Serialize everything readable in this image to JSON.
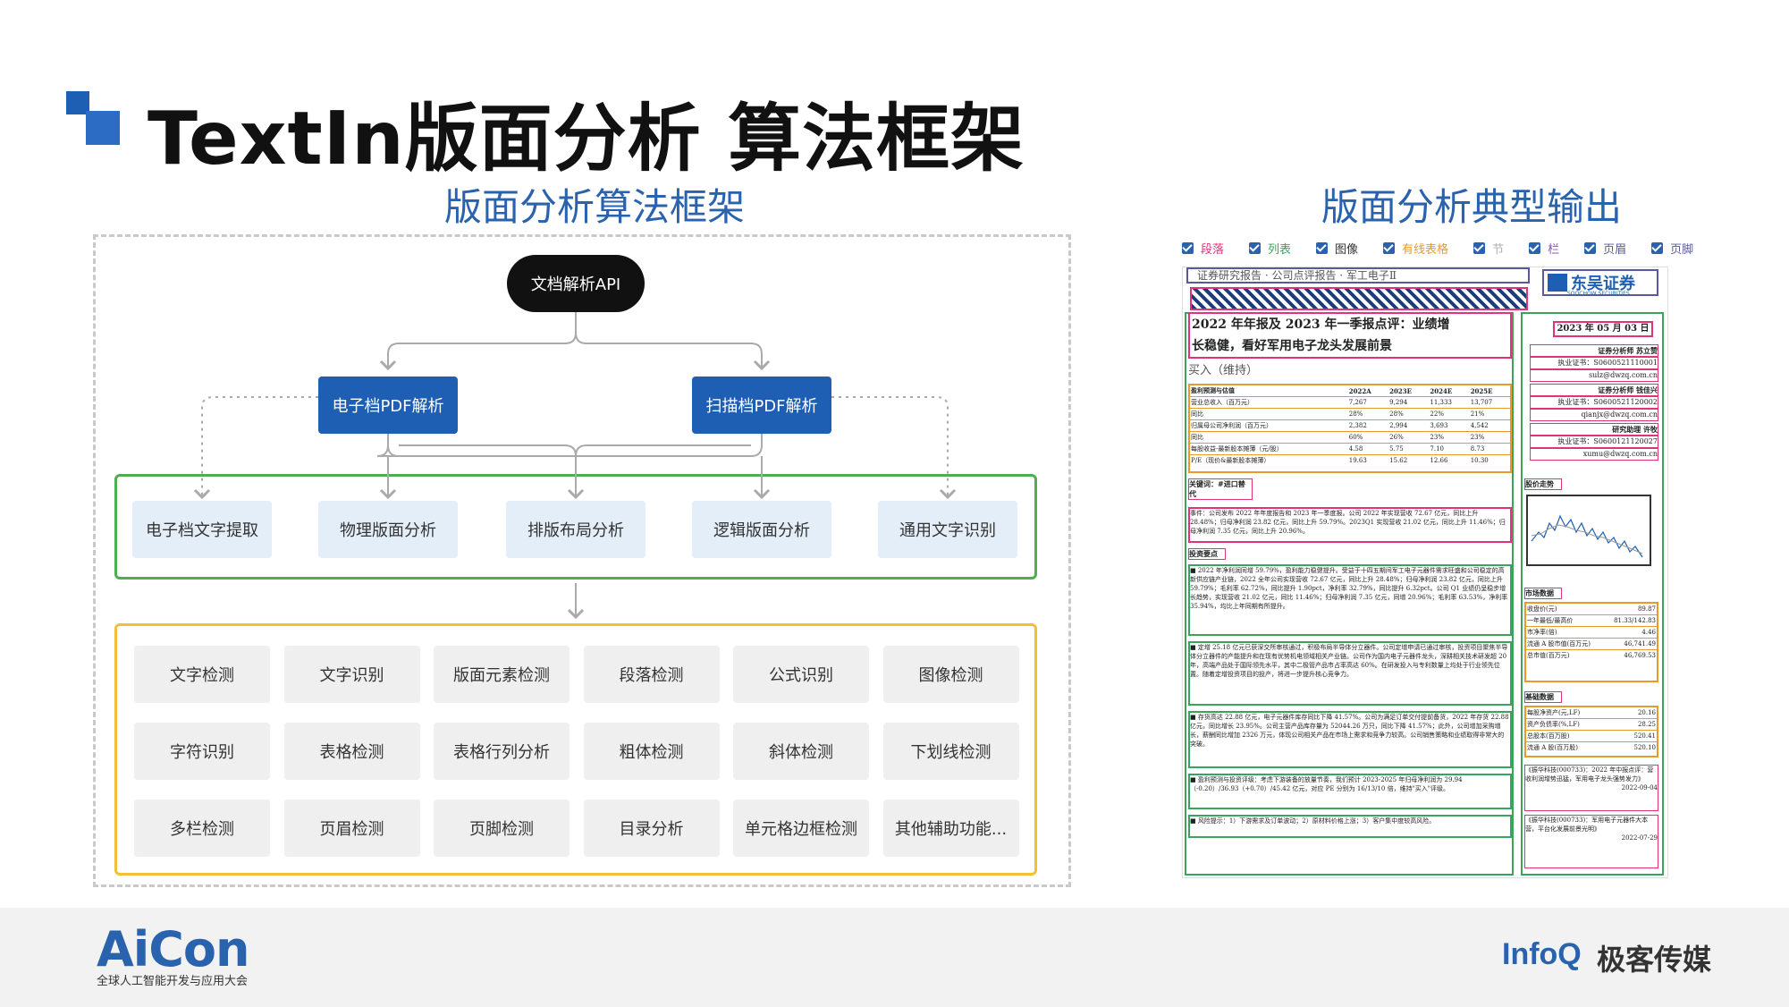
{
  "title": "TextIn版面分析 算法框架",
  "left_heading": "版面分析算法框架",
  "right_heading": "版面分析典型输出",
  "diagram": {
    "api": "文档解析API",
    "parsers": [
      "电子档PDF解析",
      "扫描档PDF解析"
    ],
    "stage_nodes": [
      "电子档文字提取",
      "物理版面分析",
      "排版布局分析",
      "逻辑版面分析",
      "通用文字识别"
    ],
    "function_cells": [
      "文字检测",
      "文字识别",
      "版面元素检测",
      "段落检测",
      "公式识别",
      "图像检测",
      "字符识别",
      "表格检测",
      "表格行列分析",
      "粗体检测",
      "斜体检测",
      "下划线检测",
      "多栏检测",
      "页眉检测",
      "页脚检测",
      "目录分析",
      "单元格边框检测",
      "其他辅助功能..."
    ]
  },
  "legend": [
    {
      "label": "段落",
      "color": "#e0337a"
    },
    {
      "label": "列表",
      "color": "#3aa55a"
    },
    {
      "label": "图像",
      "color": "#333333"
    },
    {
      "label": "有线表格",
      "color": "#e89a2c"
    },
    {
      "label": "节",
      "color": "#b0b0b0"
    },
    {
      "label": "栏",
      "color": "#8a55c2"
    },
    {
      "label": "页眉",
      "color": "#5a5a9a"
    },
    {
      "label": "页脚",
      "color": "#5a5a9a"
    }
  ],
  "doc": {
    "header_text": "证券研究报告 · 公司点评报告 · 军工电子Ⅱ",
    "brand": "东吴证券",
    "brand_en": "SOOCHOW SECURITIES",
    "headline_1": "2022 年年报及 2023 年一季报点评：业绩增",
    "headline_2": "长稳健，看好军用电子龙头发展前景",
    "rating": "买入（维持）",
    "date": "2023 年 05 月 03 日",
    "analyst_1": "证券分析师 苏立赞",
    "license_1": "执业证书：S0600521110001",
    "email_1": "sulz@dwzq.com.cn",
    "analyst_2": "证券分析师 钱佳兴",
    "license_2": "执业证书：S0600521120002",
    "email_2": "qianjx@dwzq.com.cn",
    "assistant": "研究助理 许牧",
    "license_3": "执业证书：S0600121120027",
    "email_3": "xumu@dwzq.com.cn",
    "table_title": "盈利预测与估值",
    "table_head": [
      "2022A",
      "2023E",
      "2024E",
      "2025E"
    ],
    "table_rows": [
      {
        "label": "营业总收入（百万元）",
        "v": [
          "7,267",
          "9,294",
          "11,333",
          "13,707"
        ]
      },
      {
        "label": "同比",
        "v": [
          "28%",
          "28%",
          "22%",
          "21%"
        ]
      },
      {
        "label": "归属母公司净利润（百万元）",
        "v": [
          "2,382",
          "2,994",
          "3,693",
          "4,542"
        ]
      },
      {
        "label": "同比",
        "v": [
          "60%",
          "26%",
          "23%",
          "23%"
        ]
      },
      {
        "label": "每股收益-最新股本摊薄（元/股）",
        "v": [
          "4.58",
          "5.75",
          "7.10",
          "8.73"
        ]
      },
      {
        "label": "P/E（现价&最新股本摊薄）",
        "v": [
          "19.63",
          "15.62",
          "12.66",
          "10.30"
        ]
      }
    ],
    "keywords": "关键词：#进口替代",
    "event_text": "事件：公司发布 2022 年年度报告和 2023 年一季度报。公司 2022 年实现营收 72.67 亿元，同比上升 28.48%；归母净利润 23.82 亿元，同比上升 59.79%。2023Q1 实现营收 21.02 亿元，同比上升 11.46%；归母净利润 7.35 亿元，同比上升 20.96%。",
    "invest_title": "投资要点",
    "point_1": "■ 2022 年净利润同增 59.79%，盈利能力稳健提升。受益于十四五期间军工电子元器件需求旺盛和公司稳定的高新供应链产业链，2022 全年公司实现营收 72.67 亿元，同比上升 28.48%；归母净利润 23.82 亿元，同比上升 59.79%；毛利率 62.72%，同比提升 1.90pct，净利率 32.79%，同比提升 6.32pct。公司 Q1 业绩仍呈稳步增长趋势，实现营收 21.02 亿元，同比 11.46%；归母净利润 7.35 亿元，同增 20.96%；毛利率 63.53%，净利率 35.94%，均比上年同期有所提升。",
    "point_2": "■ 定增 25.18 亿元已获深交所审核通过，积极布局半导体分立器件。公司定增申请已通过审核，投资项目聚焦半导体分立器件的产能提升和在现有优势机电领域相关产业链。公司作为国内电子元器件龙头，深耕相关技术研发超 20 年，高端产品处于国际领先水平，其中二极管产品市占率高达 60%。在研发投入与专利数量上均处于行业领先位置。随着定增投资项目的投产，将进一步提升核心竞争力。",
    "point_3": "■ 存货高达 22.88 亿元，电子元器件库存同比下降 41.57%。公司为满足订单交付提前备货，2022 年存货 22.88 亿元，同比增长 23.95%。公司主营产品库存量为 52044.26 万只，同比下降 41.57%；此外，公司增加采购增长，薪酬同比增加 2326 万元，体现公司相关产品在市场上需求和竞争力较高。公司销售策略和业绩取得非常大的突破。",
    "point_4": "■ 盈利预测与投资评级：考虑下游装备的放量节奏，我们预计 2023-2025 年归母净利润为 29.94（-0.20）/36.93（+0.70）/45.42 亿元，对应 PE 分别为 16/13/10 倍，维持\"买入\"评级。",
    "point_5": "■ 风险提示：1）下游需求及订单波动；2）原材料价格上涨；3）客户集中度较高风险。",
    "chart_title": "股价走势",
    "market_title": "市场数据",
    "market_rows": [
      {
        "k": "收盘价(元)",
        "v": "89.87"
      },
      {
        "k": "一年最低/最高价",
        "v": "81.33/142.83"
      },
      {
        "k": "市净率(倍)",
        "v": "4.46"
      },
      {
        "k": "流通 A 股市值(百万元)",
        "v": "46,741.49"
      },
      {
        "k": "总市值(百万元)",
        "v": "46,769.53"
      }
    ],
    "basic_title": "基础数据",
    "basic_rows": [
      {
        "k": "每股净资产(元,LF)",
        "v": "20.16"
      },
      {
        "k": "资产负债率(%,LF)",
        "v": "28.25"
      },
      {
        "k": "总股本(百万股)",
        "v": "520.41"
      },
      {
        "k": "流通 A 股(百万股)",
        "v": "520.10"
      }
    ],
    "related_1": "《振华科技(000733)：2022 年中报点评：营收利润增势迅猛，军用电子龙头强势发力》",
    "related_1_date": "2022-09-04",
    "related_2": "《振华科技(000733)：军用电子元器件大本营，平台化发展前景光明》",
    "related_2_date": "2022-07-29"
  },
  "footer": {
    "brand": "AiCon",
    "brand_sub": "全球人工智能开发与应用大会",
    "partner": "InfoQ",
    "partner_cn": "极客传媒"
  }
}
